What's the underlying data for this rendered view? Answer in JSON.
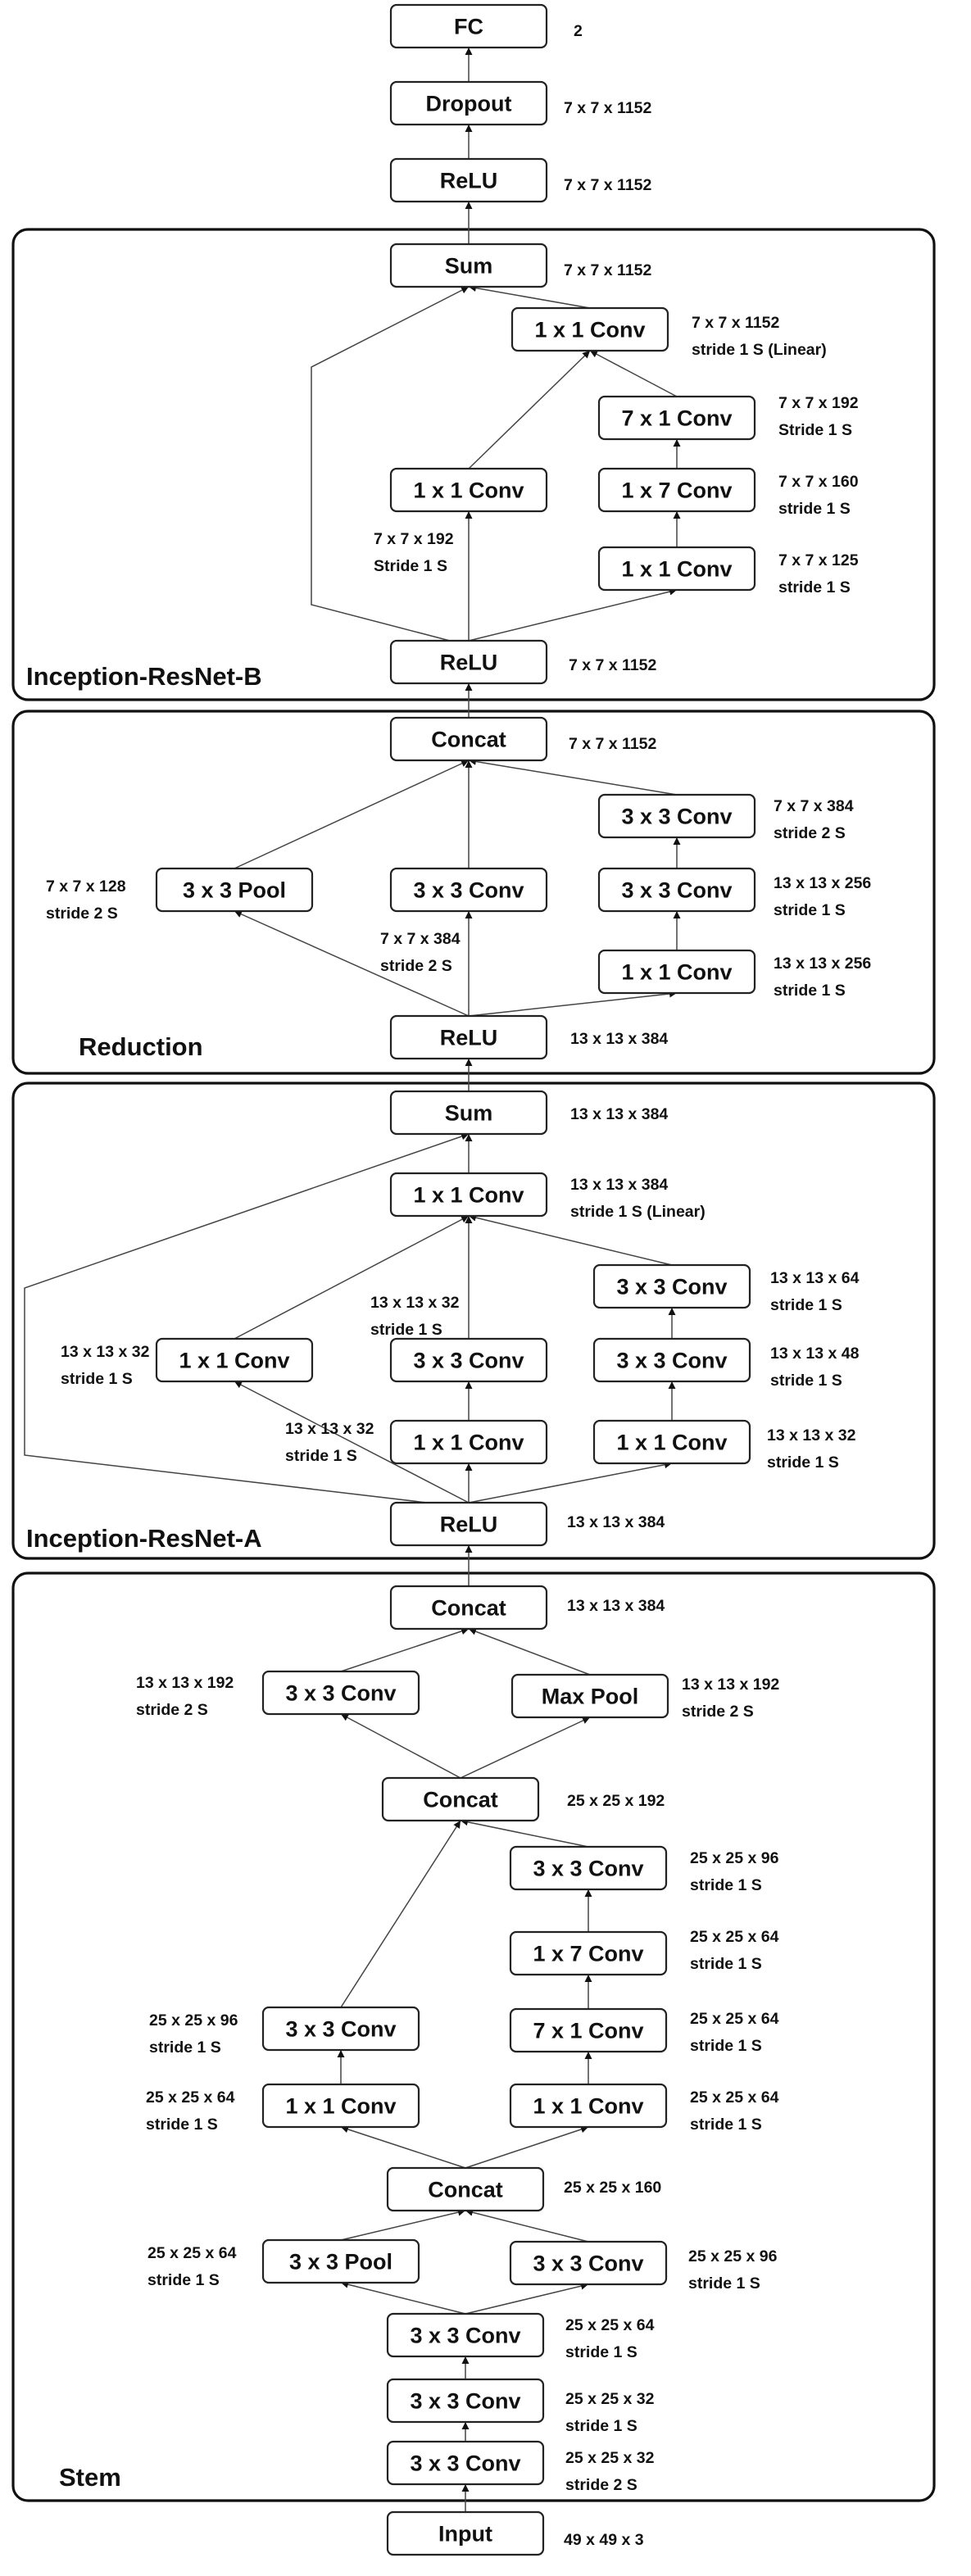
{
  "sections": [
    {
      "id": "inception-resnet-b",
      "label": "Inception-ResNet-B"
    },
    {
      "id": "reduction",
      "label": "Reduction"
    },
    {
      "id": "inception-resnet-a",
      "label": "Inception-ResNet-A"
    },
    {
      "id": "stem",
      "label": "Stem"
    }
  ],
  "nodes": [
    {
      "id": "fc",
      "label": "FC",
      "ann": [
        "2"
      ]
    },
    {
      "id": "dropout",
      "label": "Dropout",
      "ann": [
        "7 x  7 x 1152"
      ]
    },
    {
      "id": "relu_top",
      "label": "ReLU",
      "ann": [
        "7 x 7 x 1152"
      ]
    },
    {
      "id": "b_sum",
      "label": "Sum",
      "ann": [
        "7 x 7 x 1152"
      ]
    },
    {
      "id": "b_conv1x1_lin",
      "label": "1 x 1 Conv",
      "ann": [
        "7 x 7 x 1152",
        "stride 1 S (Linear)"
      ]
    },
    {
      "id": "b_conv7x1",
      "label": "7 x 1 Conv",
      "ann": [
        "7 x 7 x 192",
        "Stride 1 S"
      ]
    },
    {
      "id": "b_conv1x1_mid",
      "label": "1 x 1 Conv",
      "ann": [
        "7 x 7 x 192",
        "Stride 1 S"
      ]
    },
    {
      "id": "b_conv1x7",
      "label": "1 x 7 Conv",
      "ann": [
        "7 x 7 x 160",
        "stride 1 S"
      ]
    },
    {
      "id": "b_conv1x1_r",
      "label": "1 x 1 Conv",
      "ann": [
        "7 x 7 x 125",
        "stride 1 S"
      ]
    },
    {
      "id": "b_relu",
      "label": "ReLU",
      "ann": [
        "7 x 7 x 1152"
      ]
    },
    {
      "id": "r_concat",
      "label": "Concat",
      "ann": [
        "7 x 7 x 1152"
      ]
    },
    {
      "id": "r_conv3x3_a",
      "label": "3 x 3 Conv",
      "ann": [
        "7 x 7 x 384",
        "stride 2 S"
      ]
    },
    {
      "id": "r_pool",
      "label": "3 x 3 Pool",
      "ann": [
        "7 x 7 x 128",
        "stride 2 S"
      ]
    },
    {
      "id": "r_conv3x3_mid",
      "label": "3 x 3 Conv",
      "ann": [
        "7 x 7 x 384",
        "stride 2 S"
      ]
    },
    {
      "id": "r_conv3x3_b",
      "label": "3 x 3 Conv",
      "ann": [
        "13 x 13 x 256",
        "stride 1 S"
      ]
    },
    {
      "id": "r_conv1x1",
      "label": "1 x 1 Conv",
      "ann": [
        "13 x 13 x 256",
        "stride 1 S"
      ]
    },
    {
      "id": "r_relu",
      "label": "ReLU",
      "ann": [
        "13 x  13 x 384"
      ]
    },
    {
      "id": "a_sum",
      "label": "Sum",
      "ann": [
        "13 x  13 x 384"
      ]
    },
    {
      "id": "a_conv1x1_lin",
      "label": "1 x 1 Conv",
      "ann": [
        "13 x 13 x 384",
        "stride 1 S (Linear)"
      ]
    },
    {
      "id": "a_conv3x3_r1",
      "label": "3 x 3 Conv",
      "ann": [
        "13 x 13 x 64",
        "stride 1 S"
      ]
    },
    {
      "id": "a_conv1x1_l",
      "label": "1 x 1 Conv",
      "ann": [
        "13 x 13 x 32",
        "stride 1 S"
      ]
    },
    {
      "id": "a_conv3x3_m",
      "label": "3 x 3 Conv",
      "ann": [
        "13 x 13 x 32",
        "stride 1 S"
      ]
    },
    {
      "id": "a_conv3x3_r2",
      "label": "3 x 3 Conv",
      "ann": [
        "13 x 13 x 48",
        "stride 1 S"
      ]
    },
    {
      "id": "a_conv1x1_m",
      "label": "1 x 1 Conv",
      "ann": [
        "13 x 13 x 32",
        "stride 1 S"
      ]
    },
    {
      "id": "a_conv1x1_r",
      "label": "1 x 1 Conv",
      "ann": [
        "13 x 13 x 32",
        "stride 1 S"
      ]
    },
    {
      "id": "a_relu",
      "label": "ReLU",
      "ann": [
        "13 x 13 x 384"
      ]
    },
    {
      "id": "s_concat3",
      "label": "Concat",
      "ann": [
        "13 x 13 x 384"
      ]
    },
    {
      "id": "s_conv3x3_l",
      "label": "3 x 3 Conv",
      "ann": [
        "13 x 13 x 192",
        "stride 2 S"
      ]
    },
    {
      "id": "s_maxpool",
      "label": "Max Pool",
      "ann": [
        "13 x 13 x 192",
        "stride 2 S"
      ]
    },
    {
      "id": "s_concat2",
      "label": "Concat",
      "ann": [
        "25 x 25 x 192"
      ]
    },
    {
      "id": "s_conv3x3_r",
      "label": "3 x 3 Conv",
      "ann": [
        "25 x 25 x 96",
        "stride 1 S"
      ]
    },
    {
      "id": "s_conv1x7",
      "label": "1 x 7 Conv",
      "ann": [
        "25 x 25 x 64",
        "stride 1 S"
      ]
    },
    {
      "id": "s_conv3x3_lm",
      "label": "3 x 3 Conv",
      "ann": [
        "25 x 25 x 96",
        "stride 1 S"
      ]
    },
    {
      "id": "s_conv7x1",
      "label": "7 x 1 Conv",
      "ann": [
        "25 x 25 x 64",
        "stride 1 S"
      ]
    },
    {
      "id": "s_conv1x1_l",
      "label": "1 x 1 Conv",
      "ann": [
        "25 x 25 x 64",
        "stride 1 S"
      ]
    },
    {
      "id": "s_conv1x1_r",
      "label": "1 x 1 Conv",
      "ann": [
        "25 x 25 x 64",
        "stride 1 S"
      ]
    },
    {
      "id": "s_concat1",
      "label": "Concat",
      "ann": [
        "25 x 25 x 160"
      ]
    },
    {
      "id": "s_pool",
      "label": "3 x 3 Pool",
      "ann": [
        "25 x 25 x 64",
        "stride 1 S"
      ]
    },
    {
      "id": "s_conv3x3_b",
      "label": "3 x 3 Conv",
      "ann": [
        "25 x 25 x 96",
        "stride 1 S"
      ]
    },
    {
      "id": "s_conv3",
      "label": "3 x 3 Conv",
      "ann": [
        "25 x 25 x 64",
        "stride 1 S"
      ]
    },
    {
      "id": "s_conv2",
      "label": "3 x 3 Conv",
      "ann": [
        "25 x 25 x 32",
        "stride 1 S"
      ]
    },
    {
      "id": "s_conv1",
      "label": "3 x 3 Conv",
      "ann": [
        "25 x 25 x 32",
        "stride 2 S"
      ]
    },
    {
      "id": "input",
      "label": "Input",
      "ann": [
        "49 x 49 x 3"
      ]
    }
  ],
  "edges": [
    [
      "input",
      "s_conv1"
    ],
    [
      "s_conv1",
      "s_conv2"
    ],
    [
      "s_conv2",
      "s_conv3"
    ],
    [
      "s_conv3",
      "s_pool"
    ],
    [
      "s_conv3",
      "s_conv3x3_b"
    ],
    [
      "s_pool",
      "s_concat1"
    ],
    [
      "s_conv3x3_b",
      "s_concat1"
    ],
    [
      "s_concat1",
      "s_conv1x1_l"
    ],
    [
      "s_concat1",
      "s_conv1x1_r"
    ],
    [
      "s_conv1x1_l",
      "s_conv3x3_lm"
    ],
    [
      "s_conv1x1_r",
      "s_conv7x1"
    ],
    [
      "s_conv7x1",
      "s_conv1x7"
    ],
    [
      "s_conv1x7",
      "s_conv3x3_r"
    ],
    [
      "s_conv3x3_lm",
      "s_concat2"
    ],
    [
      "s_conv3x3_r",
      "s_concat2"
    ],
    [
      "s_concat2",
      "s_conv3x3_l"
    ],
    [
      "s_concat2",
      "s_maxpool"
    ],
    [
      "s_conv3x3_l",
      "s_concat3"
    ],
    [
      "s_maxpool",
      "s_concat3"
    ],
    [
      "s_concat3",
      "a_relu"
    ],
    [
      "a_relu",
      "a_conv1x1_l"
    ],
    [
      "a_relu",
      "a_conv1x1_m"
    ],
    [
      "a_relu",
      "a_conv1x1_r"
    ],
    [
      "a_conv1x1_m",
      "a_conv3x3_m"
    ],
    [
      "a_conv1x1_r",
      "a_conv3x3_r2"
    ],
    [
      "a_conv3x3_r2",
      "a_conv3x3_r1"
    ],
    [
      "a_conv1x1_l",
      "a_conv1x1_lin"
    ],
    [
      "a_conv3x3_m",
      "a_conv1x1_lin"
    ],
    [
      "a_conv3x3_r1",
      "a_conv1x1_lin"
    ],
    [
      "a_conv1x1_lin",
      "a_sum"
    ],
    [
      "a_relu",
      "a_sum",
      "skip_a"
    ],
    [
      "a_sum",
      "r_relu"
    ],
    [
      "r_relu",
      "r_pool"
    ],
    [
      "r_relu",
      "r_conv3x3_mid"
    ],
    [
      "r_relu",
      "r_conv1x1"
    ],
    [
      "r_conv1x1",
      "r_conv3x3_b"
    ],
    [
      "r_conv3x3_b",
      "r_conv3x3_a"
    ],
    [
      "r_pool",
      "r_concat"
    ],
    [
      "r_conv3x3_mid",
      "r_concat"
    ],
    [
      "r_conv3x3_a",
      "r_concat"
    ],
    [
      "r_concat",
      "b_relu"
    ],
    [
      "b_relu",
      "b_conv1x1_mid"
    ],
    [
      "b_relu",
      "b_conv1x1_r"
    ],
    [
      "b_conv1x1_r",
      "b_conv1x7"
    ],
    [
      "b_conv1x7",
      "b_conv7x1"
    ],
    [
      "b_conv1x1_mid",
      "b_conv1x1_lin"
    ],
    [
      "b_conv7x1",
      "b_conv1x1_lin"
    ],
    [
      "b_conv1x1_lin",
      "b_sum"
    ],
    [
      "b_relu",
      "b_sum",
      "skip_b"
    ],
    [
      "b_sum",
      "relu_top"
    ],
    [
      "relu_top",
      "dropout"
    ],
    [
      "dropout",
      "fc"
    ]
  ]
}
